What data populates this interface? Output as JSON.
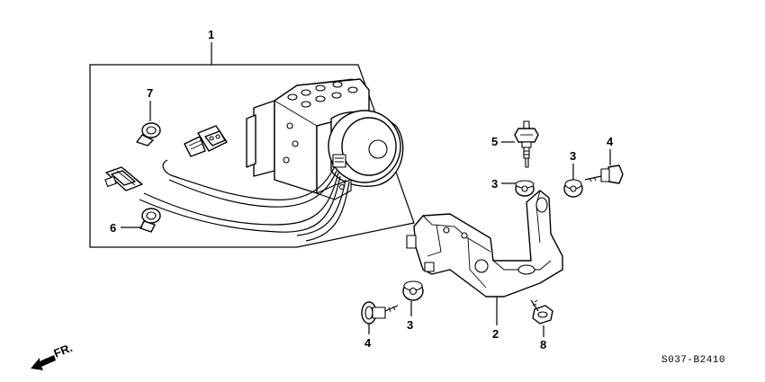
{
  "callouts": [
    {
      "id": "1",
      "part": "abs-modulator-unit"
    },
    {
      "id": "7",
      "part": "harness-clamp-upper"
    },
    {
      "id": "6",
      "part": "harness-clamp-lower"
    },
    {
      "id": "5",
      "part": "bleed-valve"
    },
    {
      "id": "3",
      "part": "rubber-mount-right"
    },
    {
      "id": "3",
      "part": "rubber-mount-far-right"
    },
    {
      "id": "4",
      "part": "collar-bolt-right"
    },
    {
      "id": "3",
      "part": "rubber-mount-bottom"
    },
    {
      "id": "4",
      "part": "collar-bolt-left"
    },
    {
      "id": "2",
      "part": "mounting-bracket"
    },
    {
      "id": "8",
      "part": "flange-bolt"
    }
  ],
  "orientation_label": "FR.",
  "diagram_code": "S037-B2410"
}
